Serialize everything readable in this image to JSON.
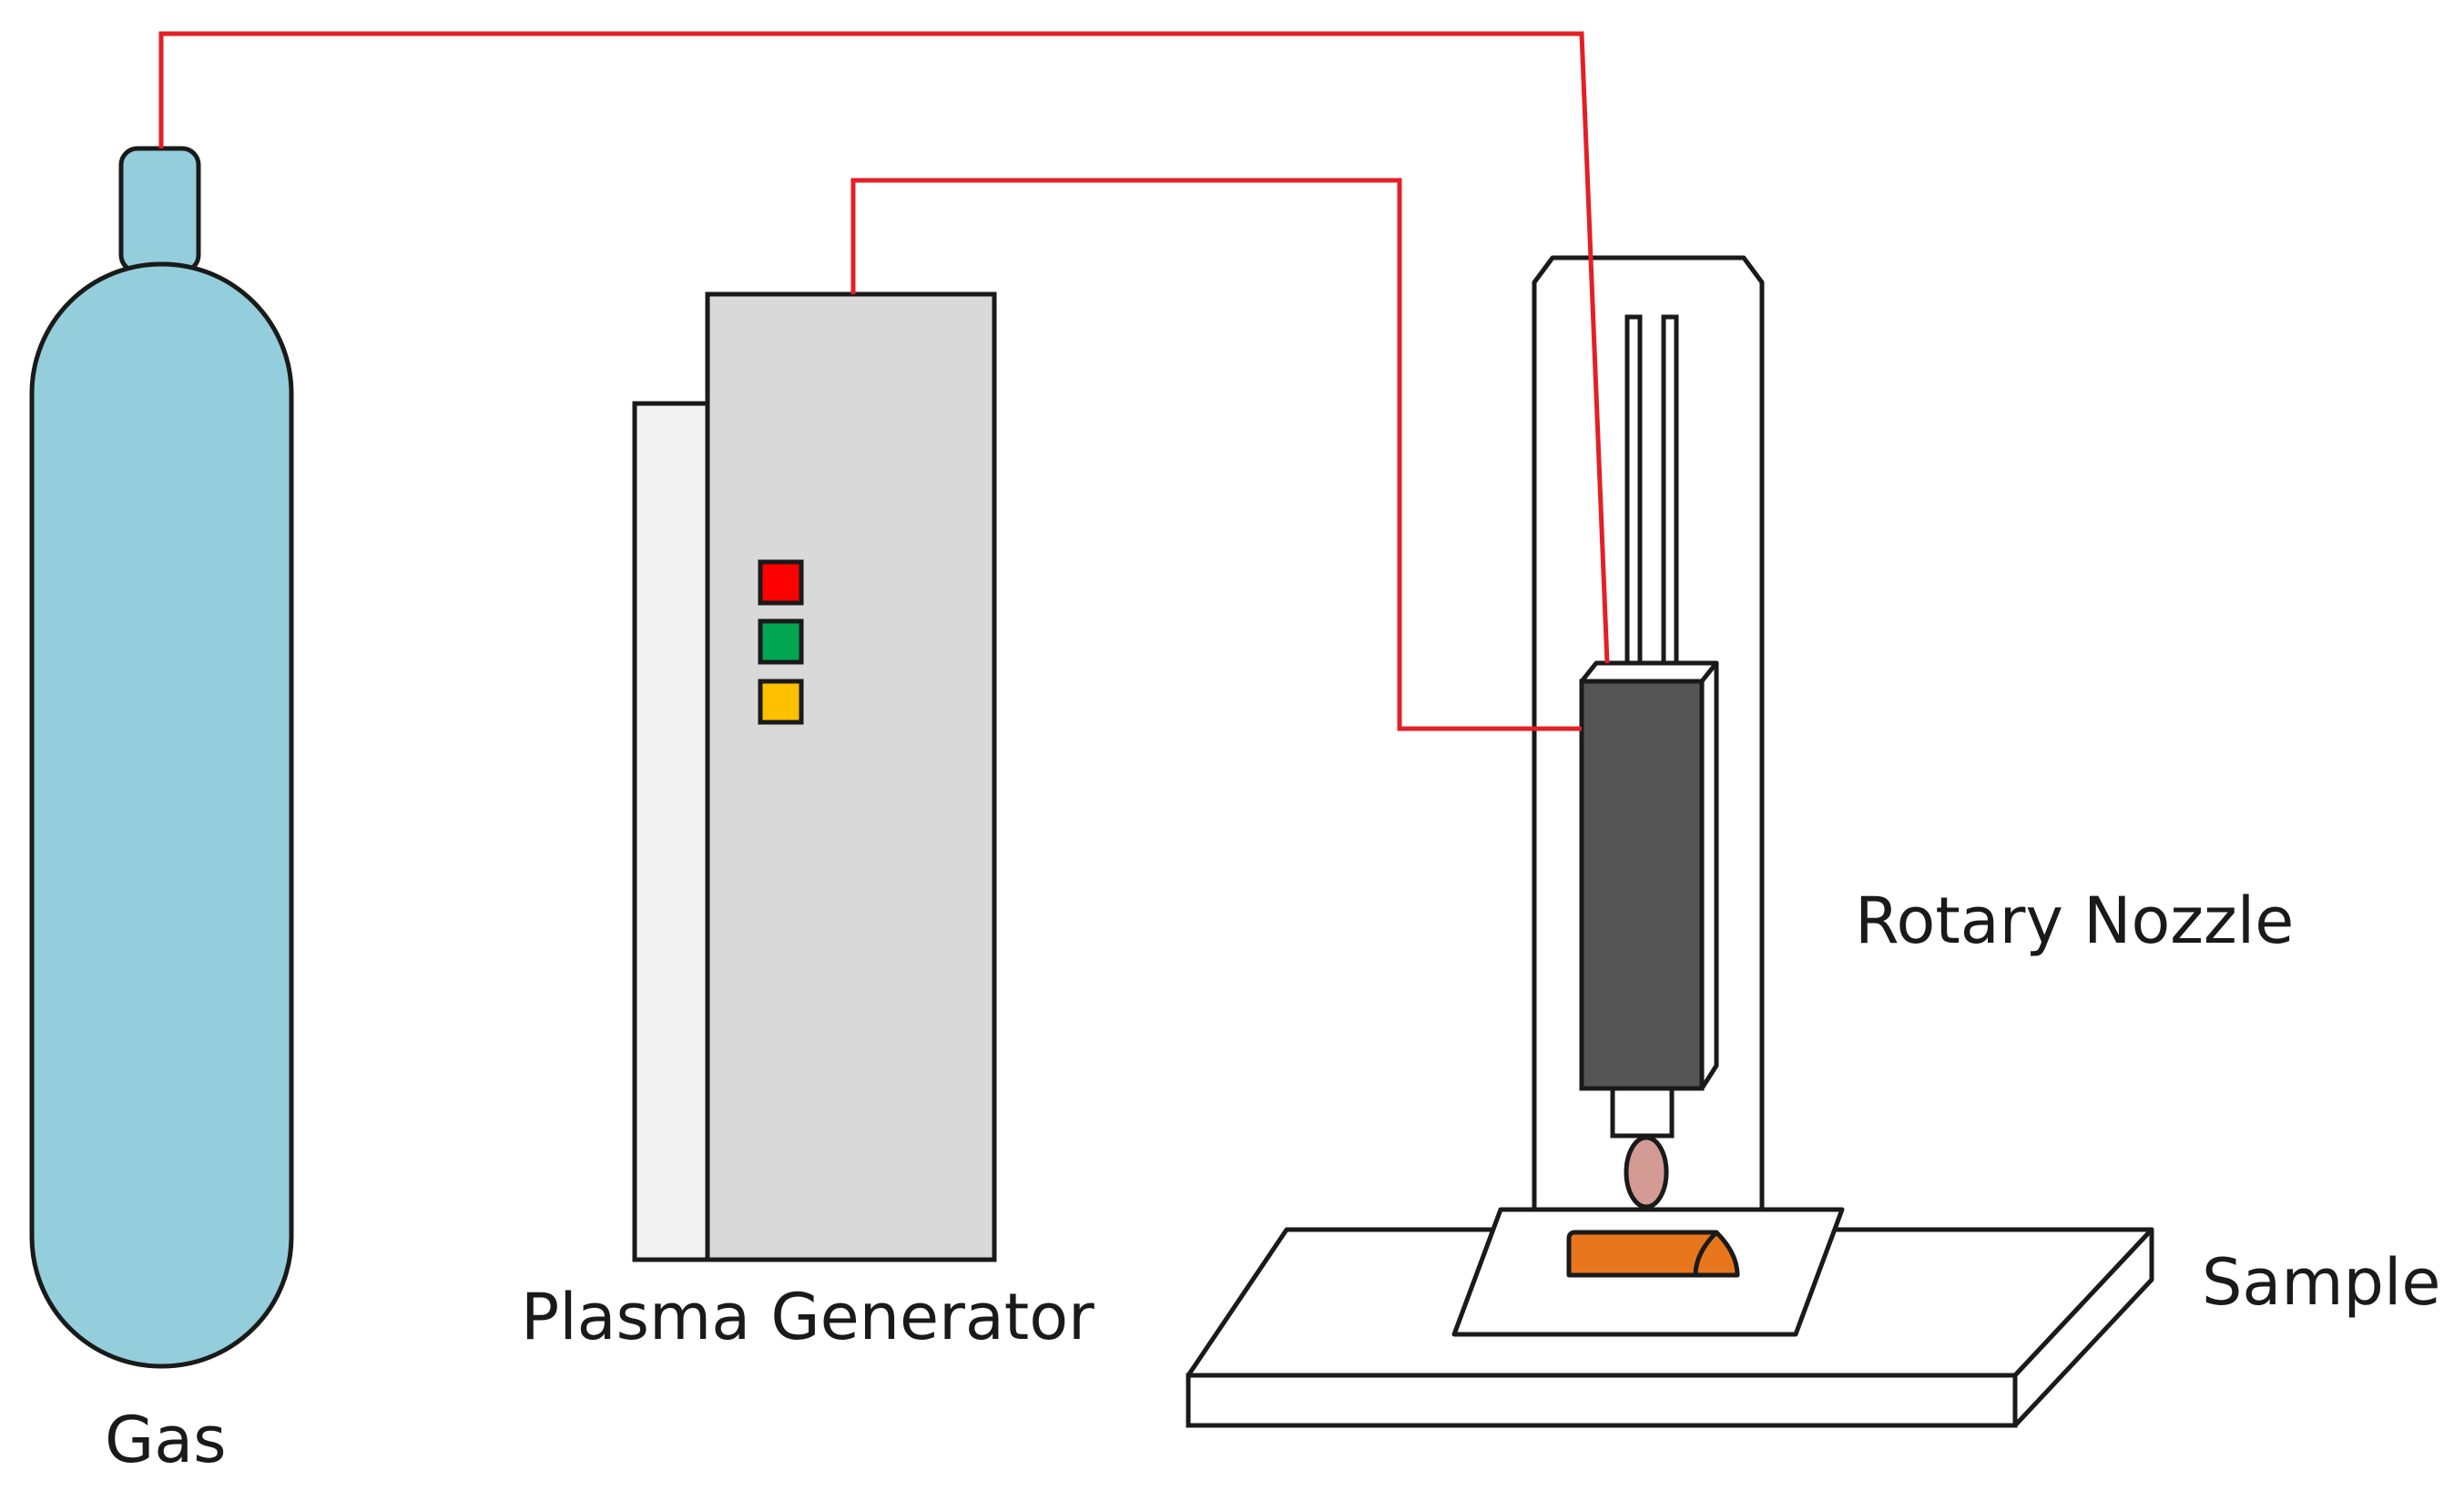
{
  "labels": {
    "gas": "Gas",
    "plasma_generator": "Plasma Generator",
    "rotary_nozzle": "Rotary Nozzle",
    "sample": "Sample"
  },
  "colors": {
    "cylinder": "#94cddb",
    "generator_front": "#d9d9d9",
    "generator_side": "#f2f2f2",
    "nozzle_body": "#555555",
    "plasma_flame": "#d49a94",
    "sample": "#e8761c",
    "wire": "#e41f25",
    "indicator_red": "#ff0000",
    "indicator_green": "#00a651",
    "indicator_yellow": "#ffc000"
  }
}
